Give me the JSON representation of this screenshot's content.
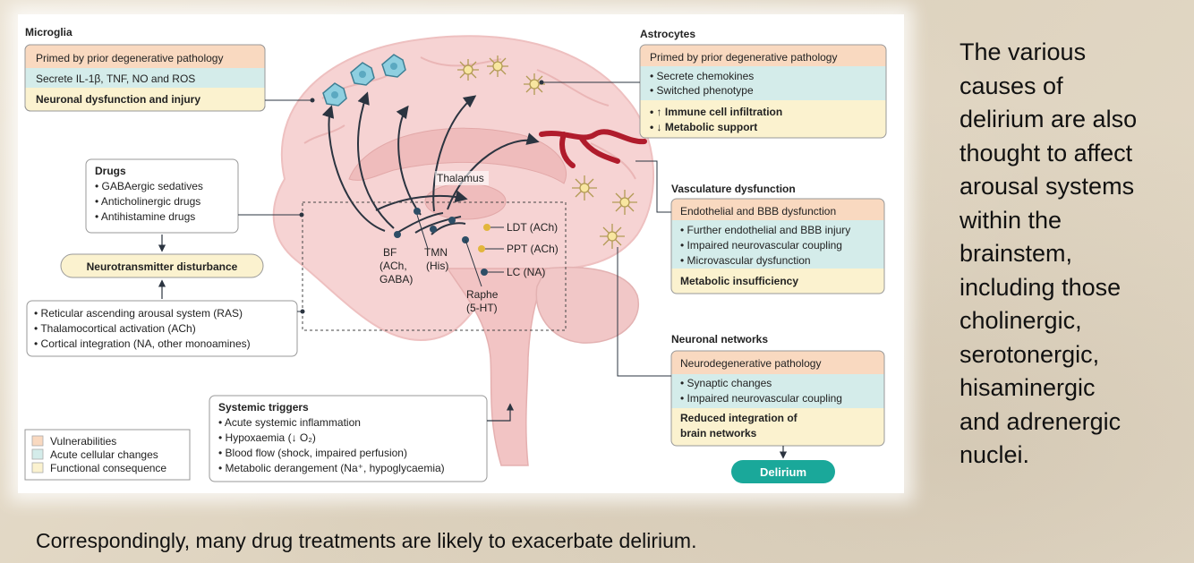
{
  "slide": {
    "side_text": "The various\ncauses of\ndelirium are also\nthought to affect\narousal systems\nwithin the\nbrainstem,\nincluding those\ncholinergic,\nserotonergic,\nhisaminergic\nand adrenergic\nnuclei.",
    "caption": "Correspondingly, many drug treatments are likely to exacerbate delirium."
  },
  "colors": {
    "vulnerability": "#f9d9c0",
    "cellular": "#d4ecea",
    "functional": "#fbf2cf",
    "delirium": "#1aa89a",
    "brain": "#f6d1d1",
    "vessel": "#b01c2c",
    "nucleus": "#2d4e66",
    "microglia": "#8ecfe0"
  },
  "microglia": {
    "title": "Microglia",
    "rows": [
      "Primed by prior degenerative pathology",
      "Secrete IL-1β, TNF, NO and ROS",
      "Neuronal dysfunction and injury"
    ]
  },
  "astrocytes": {
    "title": "Astrocytes",
    "rows": [
      "Primed by prior degenerative pathology",
      "• Secrete chemokines",
      "• Switched phenotype",
      "• ↑ Immune cell infiltration",
      "• ↓ Metabolic support"
    ]
  },
  "vasculature": {
    "title": "Vasculature dysfunction",
    "rows": [
      "Endothelial and BBB dysfunction",
      "• Further endothelial and BBB injury",
      "• Impaired neurovascular coupling",
      "• Microvascular dysfunction",
      "Metabolic insufficiency"
    ]
  },
  "neuronal": {
    "title": "Neuronal networks",
    "rows": [
      "Neurodegenerative pathology",
      "• Synaptic changes",
      "• Impaired neurovascular coupling",
      "Reduced integration of",
      "brain networks"
    ]
  },
  "delirium_label": "Delirium",
  "drugs": {
    "title": "Drugs",
    "items": [
      "• GABAergic sedatives",
      "• Anticholinergic drugs",
      "• Antihistamine drugs"
    ]
  },
  "neurotransmitter_label": "Neurotransmitter disturbance",
  "arousal": {
    "items": [
      "• Reticular ascending arousal system (RAS)",
      "• Thalamocortical activation (ACh)",
      "• Cortical integration (NA, other monoamines)"
    ]
  },
  "systemic": {
    "title": "Systemic triggers",
    "items": [
      "• Acute systemic inflammation",
      "• Hypoxaemia (↓ O₂)",
      "• Blood flow (shock, impaired perfusion)",
      "• Metabolic derangement (Na⁺, hypoglycaemia)"
    ]
  },
  "legend": [
    "Vulnerabilities",
    "Acute cellular changes",
    "Functional consequence"
  ],
  "brain_labels": {
    "thalamus": "Thalamus",
    "ldt": "LDT (ACh)",
    "ppt": "PPT (ACh)",
    "lc": "LC (NA)",
    "bf": [
      "BF",
      "(ACh,",
      "GABA)"
    ],
    "tmn": [
      "TMN",
      "(His)"
    ],
    "raphe": [
      "Raphe",
      "(5-HT)"
    ]
  }
}
